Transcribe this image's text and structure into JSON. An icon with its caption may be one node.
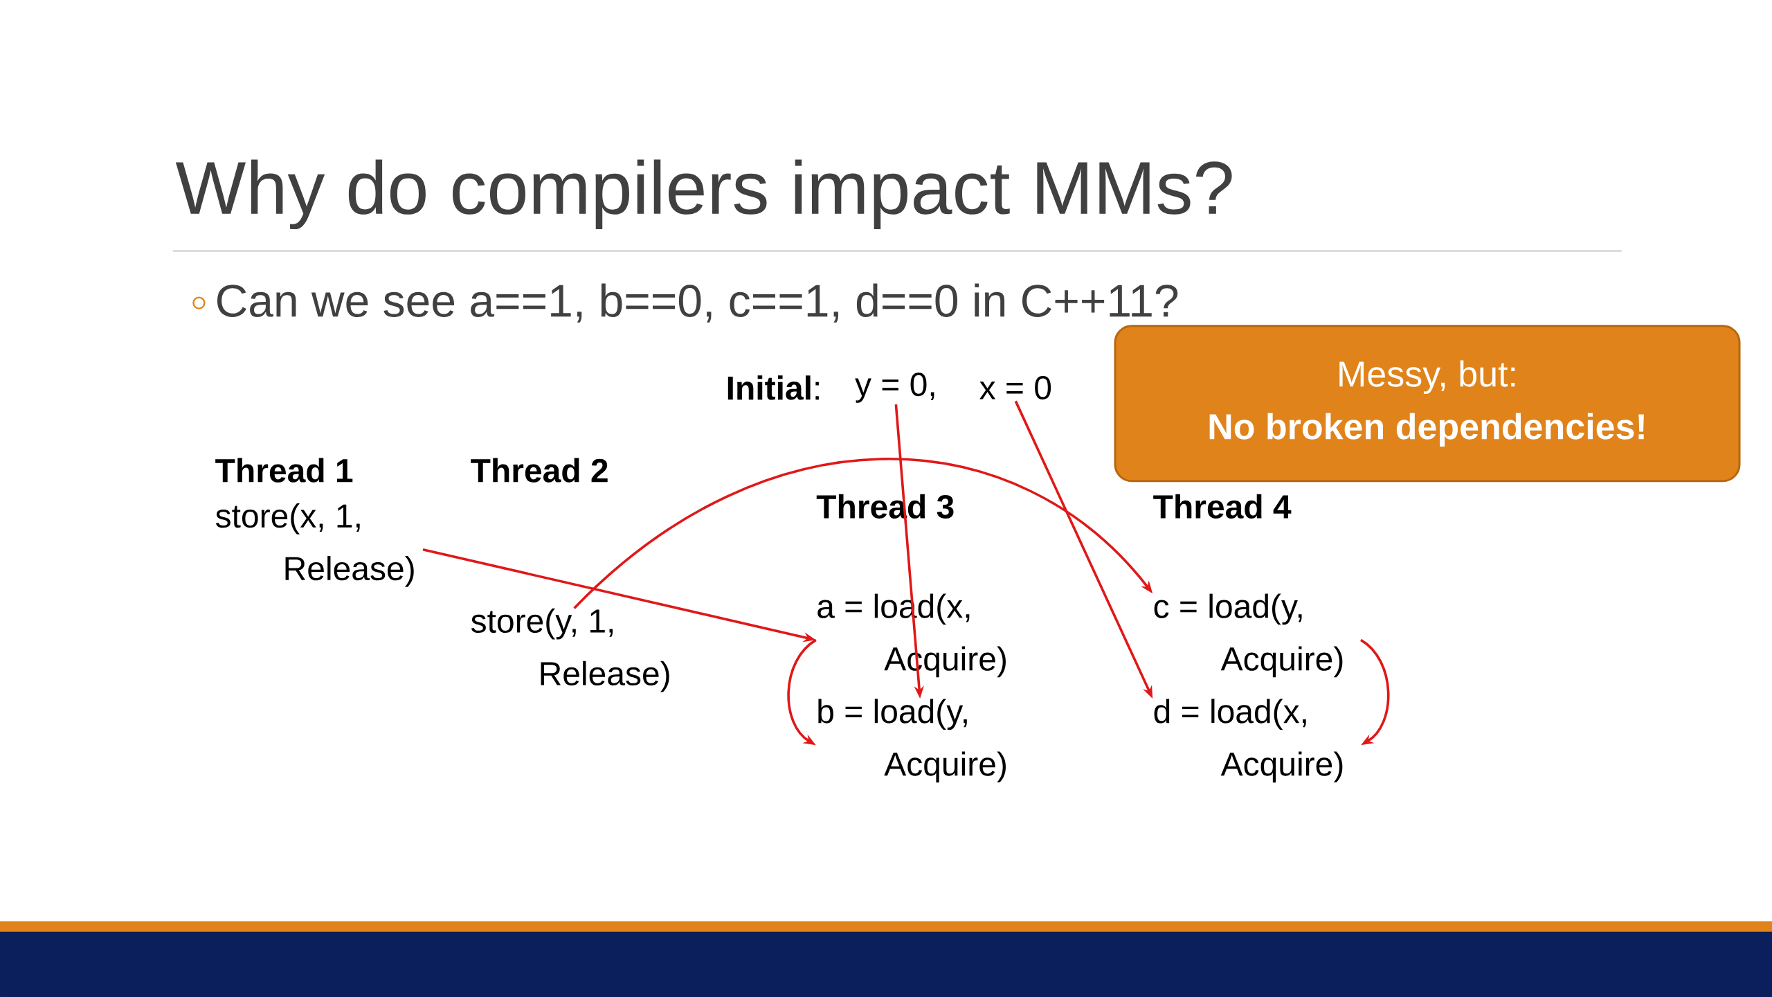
{
  "diagram": {
    "title": "Why do compilers impact MMs?",
    "nodes": [
      {
        "text": [
          "y = 0,"
        ]
      },
      {
        "text": [
          "x = 0"
        ]
      },
      {
        "text": [
          "store(x, 1, Release)"
        ]
      },
      {
        "text": [
          "store(y, 1, Release)"
        ]
      },
      {
        "text": [
          "a = load(x, Acquire)"
        ]
      },
      {
        "text": [
          "b = load(y, Acquire)"
        ]
      },
      {
        "text": [
          "c = load(y, Acquire)"
        ]
      },
      {
        "text": [
          "d = load(x, Acquire)"
        ]
      },
      {
        "text": [
          "Messy, but:",
          "No broken dependencies!"
        ]
      }
    ],
    "edges": [
      {
        "from": 2,
        "to": 4,
        "arrow": "to"
      },
      {
        "from": 3,
        "to": 6,
        "arrow": "to"
      },
      {
        "from": 0,
        "to": 5,
        "arrow": "to"
      },
      {
        "from": 1,
        "to": 7,
        "arrow": "to"
      },
      {
        "from": 4,
        "to": 5,
        "arrow": "to"
      },
      {
        "from": 6,
        "to": 7,
        "arrow": "to"
      }
    ],
    "labels": [
      "Can we see a==1, b==0, c==1, d==0 in C++11?",
      "**Initial**:",
      "Thread 1",
      "Thread 2",
      "Thread 3",
      "Thread 4"
    ]
  }
}
